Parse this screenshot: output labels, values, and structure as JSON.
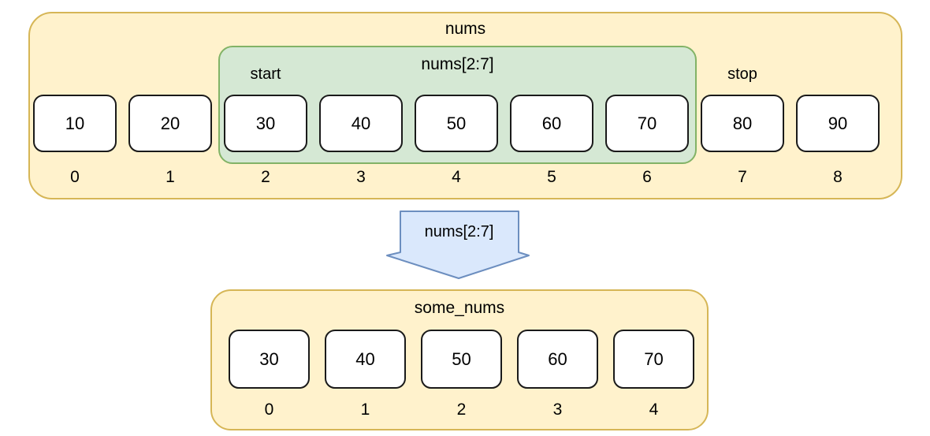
{
  "colors": {
    "container_fill": "#fff2cc",
    "container_border": "#d6b656",
    "slice_fill": "#d5e8d4",
    "slice_border": "#82b366",
    "arrow_fill": "#dae8fc",
    "arrow_border": "#6c8ebf",
    "cell_fill": "#ffffff",
    "cell_border": "#1a1a1a"
  },
  "top_list": {
    "title": "nums",
    "slice_label": "nums[2:7]",
    "start_label": "start",
    "stop_label": "stop",
    "cells": [
      {
        "value": "10",
        "index": "0"
      },
      {
        "value": "20",
        "index": "1"
      },
      {
        "value": "30",
        "index": "2"
      },
      {
        "value": "40",
        "index": "3"
      },
      {
        "value": "50",
        "index": "4"
      },
      {
        "value": "60",
        "index": "5"
      },
      {
        "value": "70",
        "index": "6"
      },
      {
        "value": "80",
        "index": "7"
      },
      {
        "value": "90",
        "index": "8"
      }
    ]
  },
  "arrow": {
    "label": "nums[2:7]"
  },
  "bottom_list": {
    "title": "some_nums",
    "cells": [
      {
        "value": "30",
        "index": "0"
      },
      {
        "value": "40",
        "index": "1"
      },
      {
        "value": "50",
        "index": "2"
      },
      {
        "value": "60",
        "index": "3"
      },
      {
        "value": "70",
        "index": "4"
      }
    ]
  }
}
